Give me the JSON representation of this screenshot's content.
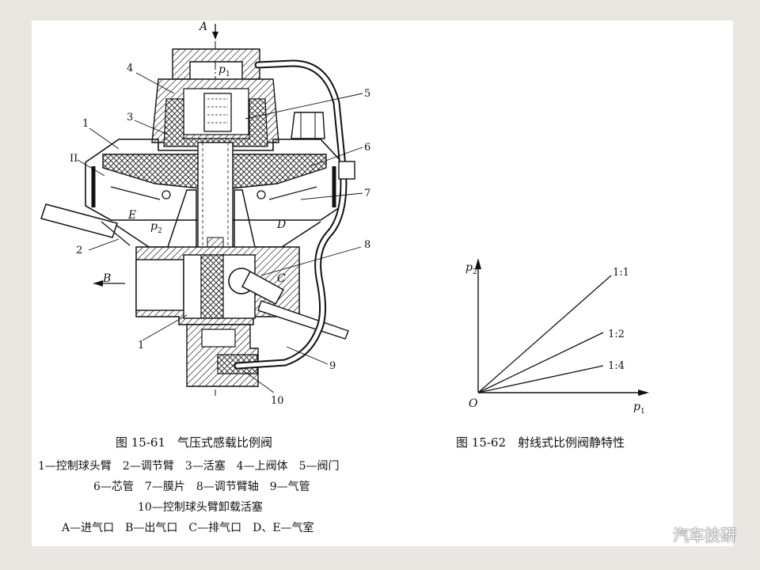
{
  "fig61": {
    "caption": "图 15-61　气压式感载比例阀",
    "legend": [
      "1—控制球头臂　2—调节臂　3—活塞　4—上阀体　5—阀门",
      "6—芯管　7—膜片　8—调节臂轴　9—气管",
      "10—控制球头臂卸载活塞",
      "A—进气口　B—出气口　C—排气口　D、E—气室"
    ],
    "labels": {
      "A": "A",
      "B": "B",
      "C": "C",
      "D": "D",
      "E": "E",
      "p1": "p",
      "p1_sub": "1",
      "p2": "p",
      "p2_sub": "2",
      "n1": "1",
      "n1b": "1",
      "n2": "2",
      "n3": "3",
      "n4": "4",
      "n5": "5",
      "n6": "6",
      "n7": "7",
      "n8": "8",
      "n9": "9",
      "n10": "10",
      "nII": "II"
    }
  },
  "fig62": {
    "caption": "图 15-62　射线式比例阀静特性",
    "y_axis": "p",
    "y_sub": "2",
    "x_axis": "p",
    "x_sub": "1",
    "origin": "O",
    "ratios": [
      "1:1",
      "1:2",
      "1:4"
    ]
  },
  "watermark": "汽车技研"
}
